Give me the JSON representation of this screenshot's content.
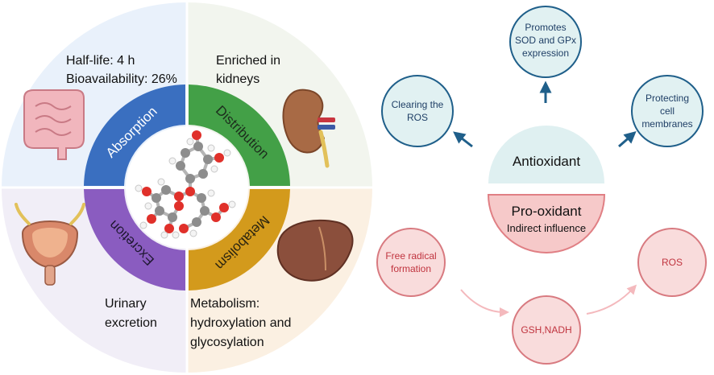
{
  "wheel": {
    "quadrants": [
      {
        "id": "absorption",
        "ring_label": "Absorption",
        "lines": [
          "Half-life: 4 h",
          "Bioavailability: 26%"
        ],
        "ring_color": "#3a6fc0",
        "bg_color": "#e9f1fb"
      },
      {
        "id": "distribution",
        "ring_label": "Distribution",
        "lines": [
          "Enriched in",
          "kidneys"
        ],
        "ring_color": "#43a047",
        "bg_color": "#f2f5ee"
      },
      {
        "id": "metabolism",
        "ring_label": "Metabolism",
        "lines": [
          "Metabolism:",
          "hydroxylation and",
          "glycosylation"
        ],
        "ring_color": "#d39a1c",
        "bg_color": "#fbf0e2"
      },
      {
        "id": "excretion",
        "ring_label": "Excretion",
        "lines": [
          "Urinary",
          "excretion"
        ],
        "ring_color": "#8a5cc0",
        "bg_color": "#f1eef7"
      }
    ]
  },
  "antioxidant": {
    "label": "Antioxidant",
    "color": "#dff0f1",
    "targets": [
      {
        "id": "clearing-ros",
        "lines": [
          "Clearing the",
          "ROS"
        ]
      },
      {
        "id": "promotes-sod",
        "lines": [
          "Promotes",
          "SOD and GPx",
          "expression"
        ]
      },
      {
        "id": "protecting-membranes",
        "lines": [
          "Protecting",
          "cell",
          "membranes"
        ]
      }
    ]
  },
  "prooxidant": {
    "label": "Pro-oxidant",
    "sublabel": "Indirect influence",
    "color": "#f6c9c9",
    "nodes": [
      {
        "id": "free-radical",
        "lines": [
          "Free radical",
          "formation"
        ]
      },
      {
        "id": "gsh-nadh",
        "lines": [
          "GSH,NADH"
        ]
      },
      {
        "id": "ros",
        "lines": [
          "ROS"
        ]
      }
    ]
  }
}
